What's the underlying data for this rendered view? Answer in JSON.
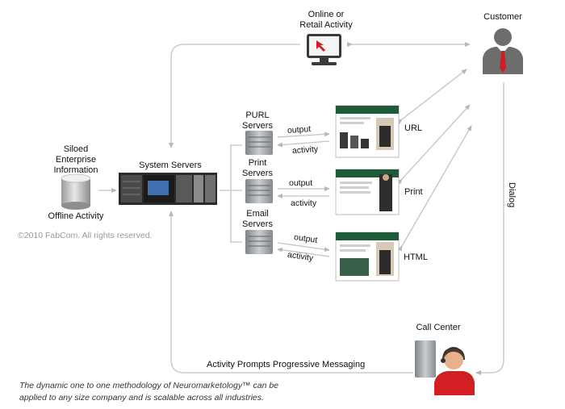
{
  "labels": {
    "online_retail": [
      "Online or",
      "Retail Activity"
    ],
    "customer": "Customer",
    "siloed": [
      "Siloed",
      "Enterprise",
      "Information"
    ],
    "offline": "Offline Activity",
    "system_servers": "System Servers",
    "purl_servers": [
      "PURL",
      "Servers"
    ],
    "print_servers": [
      "Print",
      "Servers"
    ],
    "email_servers": [
      "Email",
      "Servers"
    ],
    "output": "output",
    "activity": "activity",
    "url": "URL",
    "print": "Print",
    "html": "HTML",
    "dialog": "Dialog",
    "call_center": "Call Center",
    "progressive": "Activity Prompts Progressive Messaging"
  },
  "copyright": "©2010 FabCom. All rights reserved.",
  "caption": [
    "The dynamic one to one methodology of Neuromarketology™ can be",
    "applied to any size company and is scalable across all industries."
  ],
  "colors": {
    "connector": "#c4c4c4",
    "tie": "#cc1f24",
    "server": "#9a9fa3",
    "page_green": "#1f5a3a"
  }
}
